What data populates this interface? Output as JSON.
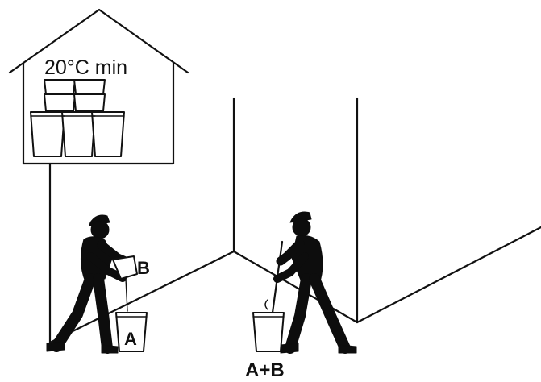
{
  "house": {
    "temperature_label": "20°C min"
  },
  "left_worker": {
    "component_b_label": "B",
    "component_a_label": "A"
  },
  "right_worker": {
    "mixed_label": "A+B"
  }
}
